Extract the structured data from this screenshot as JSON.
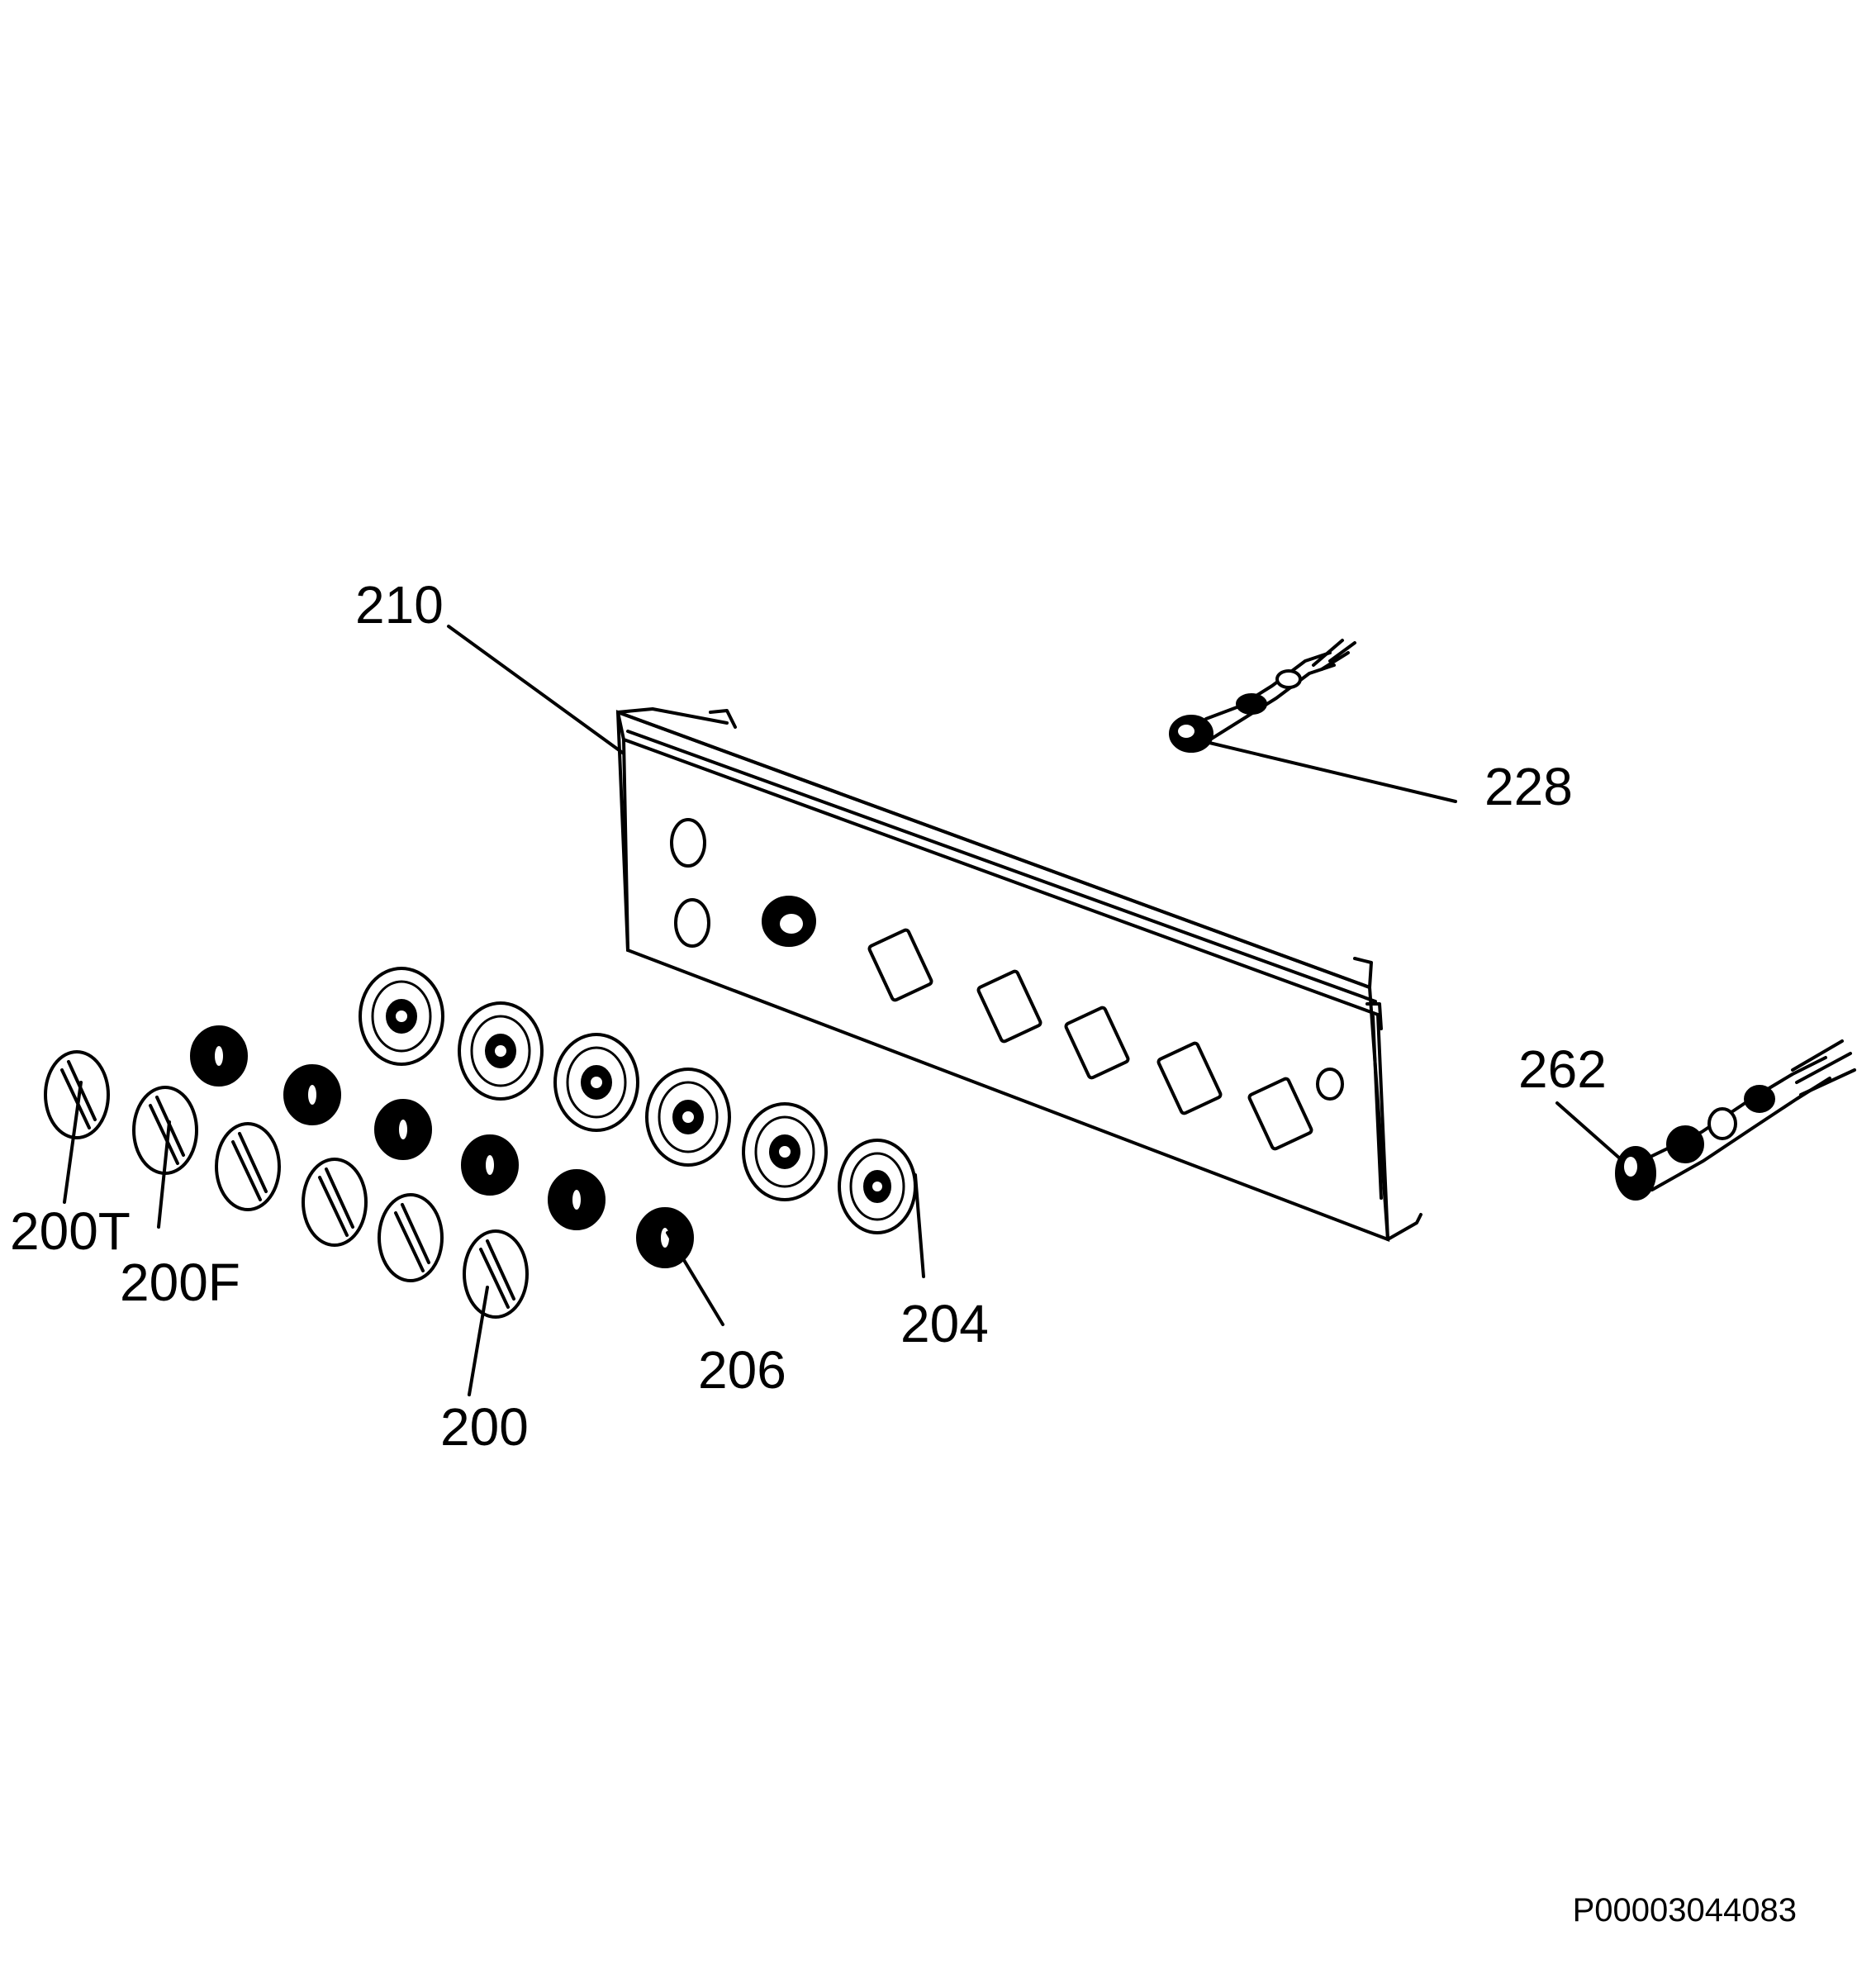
{
  "callouts": {
    "c210": "210",
    "c228": "228",
    "c262": "262",
    "c204": "204",
    "c206": "206",
    "c200": "200",
    "c200t": "200T",
    "c200f": "200F"
  },
  "doc_code": "P00003044083"
}
